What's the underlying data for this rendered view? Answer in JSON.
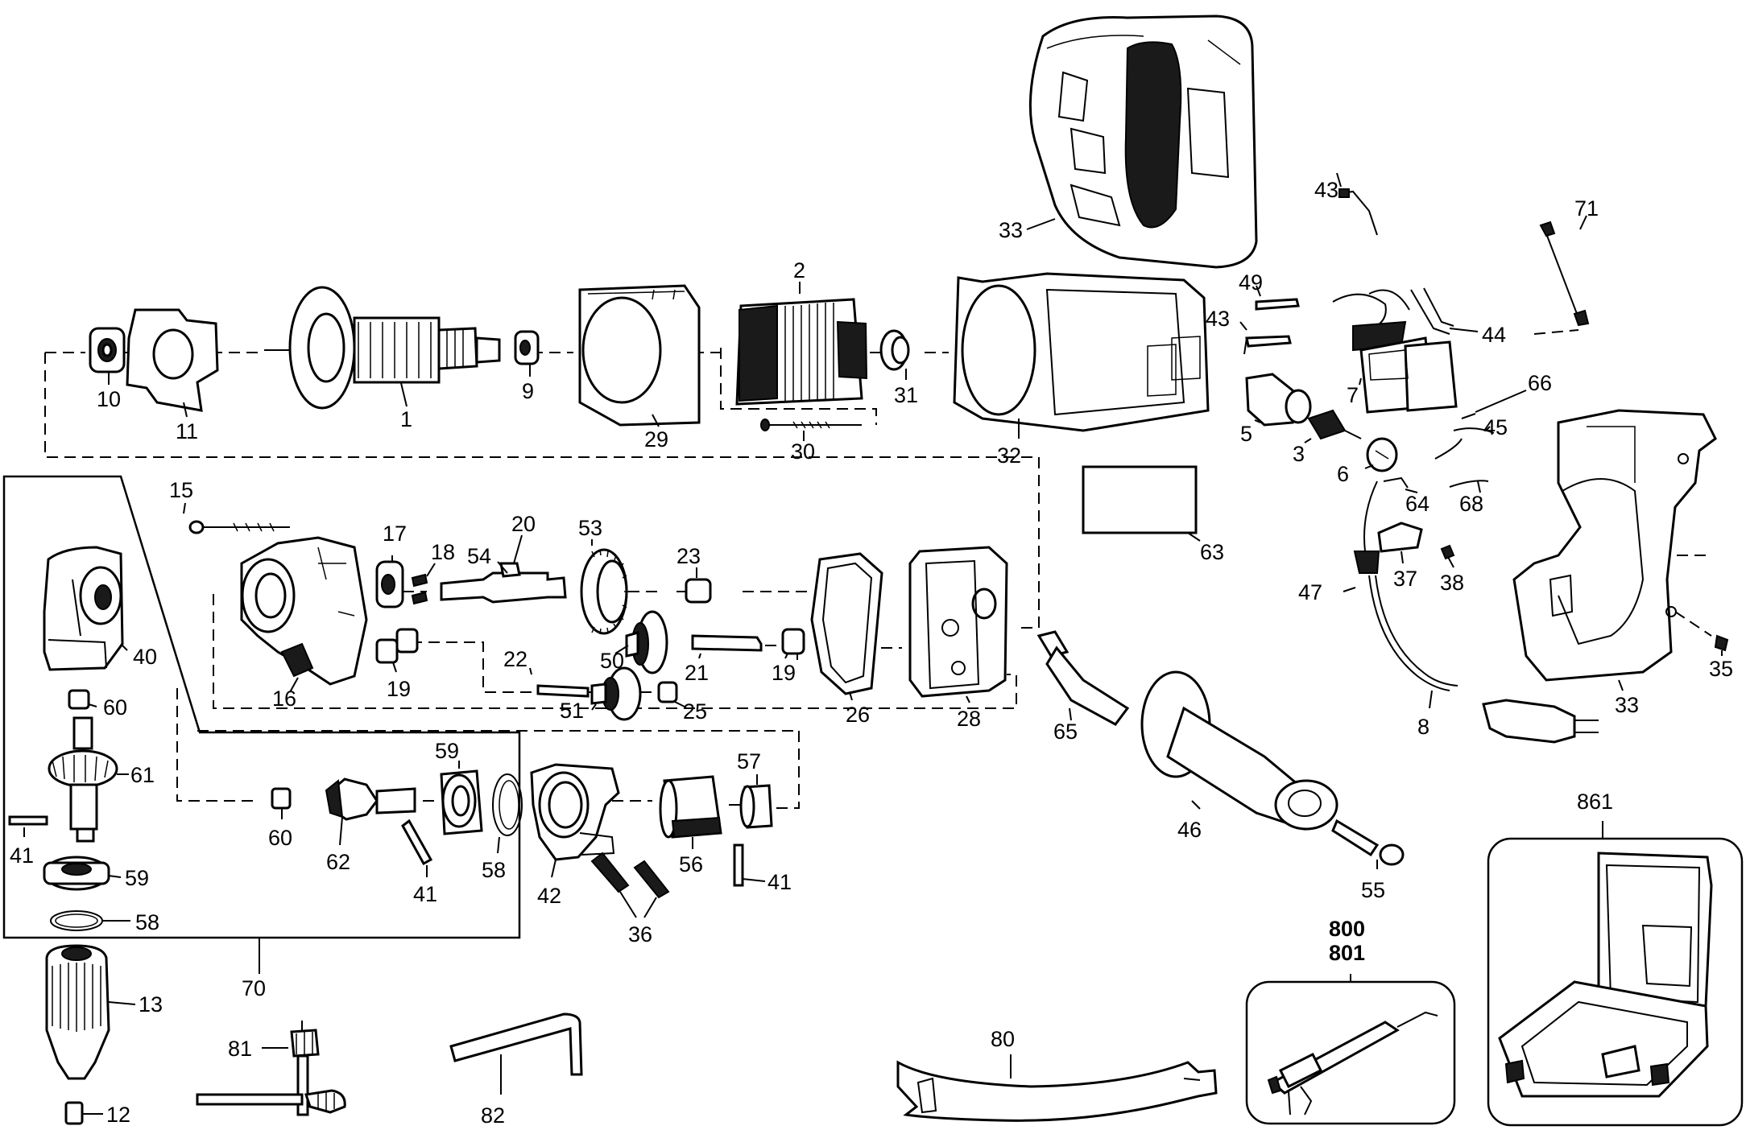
{
  "diagram": {
    "type": "exploded-parts-view",
    "labels": {
      "p1": "1",
      "p2": "2",
      "p3": "3",
      "p5": "5",
      "p6": "6",
      "p7": "7",
      "p8": "8",
      "p9": "9",
      "p10": "10",
      "p11": "11",
      "p12": "12",
      "p13": "13",
      "p15": "15",
      "p16": "16",
      "p17": "17",
      "p18": "18",
      "p19a": "19",
      "p19b": "19",
      "p20": "20",
      "p21": "21",
      "p22": "22",
      "p23": "23",
      "p25": "25",
      "p26": "26",
      "p28": "28",
      "p29": "29",
      "p30": "30",
      "p31": "31",
      "p32": "32",
      "p33a": "33",
      "p33b": "33",
      "p35": "35",
      "p36": "36",
      "p37": "37",
      "p38": "38",
      "p40": "40",
      "p41a": "41",
      "p41b": "41",
      "p41c": "41",
      "p42": "42",
      "p43a": "43",
      "p43b": "43",
      "p44": "44",
      "p45": "45",
      "p46": "46",
      "p47": "47",
      "p49": "49",
      "p50": "50",
      "p51": "51",
      "p53": "53",
      "p54": "54",
      "p55": "55",
      "p56": "56",
      "p57": "57",
      "p58a": "58",
      "p58b": "58",
      "p59a": "59",
      "p59b": "59",
      "p60a": "60",
      "p60b": "60",
      "p61": "61",
      "p62": "62",
      "p63": "63",
      "p64": "64",
      "p65": "65",
      "p66": "66",
      "p68": "68",
      "p70": "70",
      "p71": "71",
      "p80": "80",
      "p81": "81",
      "p82": "82",
      "p800": "800",
      "p801": "801",
      "p861": "861"
    }
  }
}
